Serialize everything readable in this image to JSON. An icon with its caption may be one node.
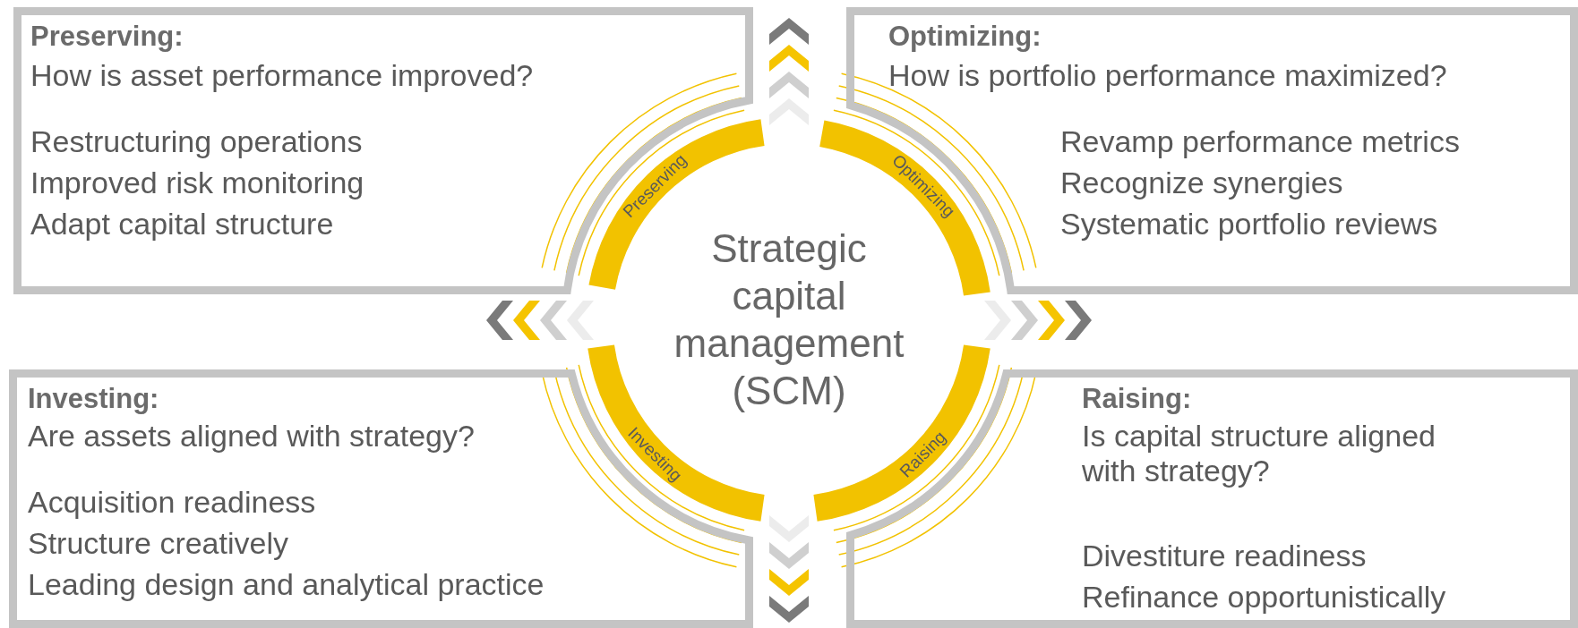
{
  "diagram": {
    "nodes": [
      {
        "text": [
          "Preserving:",
          "How is asset performance improved?",
          "Restructuring operations",
          "Improved risk monitoring",
          "Adapt capital structure"
        ]
      },
      {
        "text": [
          "Optimizing:",
          "How is portfolio performance maximized?",
          "Revamp performance metrics",
          "Recognize synergies",
          "Systematic portfolio reviews"
        ]
      },
      {
        "text": [
          "Investing:",
          "Are assets aligned with strategy?",
          "Acquisition readiness",
          "Structure creatively",
          "Leading design and analytical practice"
        ]
      },
      {
        "text": [
          "Raising:",
          "Is capital structure aligned with strategy?",
          "Divestiture readiness",
          "Refinance opportunistically"
        ]
      },
      {
        "text": [
          "Strategic capital management (SCM)"
        ]
      }
    ],
    "edges": [
      {
        "from": 4,
        "to": null,
        "arrow": "to"
      },
      {
        "from": 4,
        "to": null,
        "arrow": "to"
      },
      {
        "from": 4,
        "to": null,
        "arrow": "to"
      },
      {
        "from": 4,
        "to": null,
        "arrow": "to"
      }
    ],
    "labels": [
      "Preserving",
      "Optimizing",
      "Investing",
      "Raising"
    ]
  }
}
